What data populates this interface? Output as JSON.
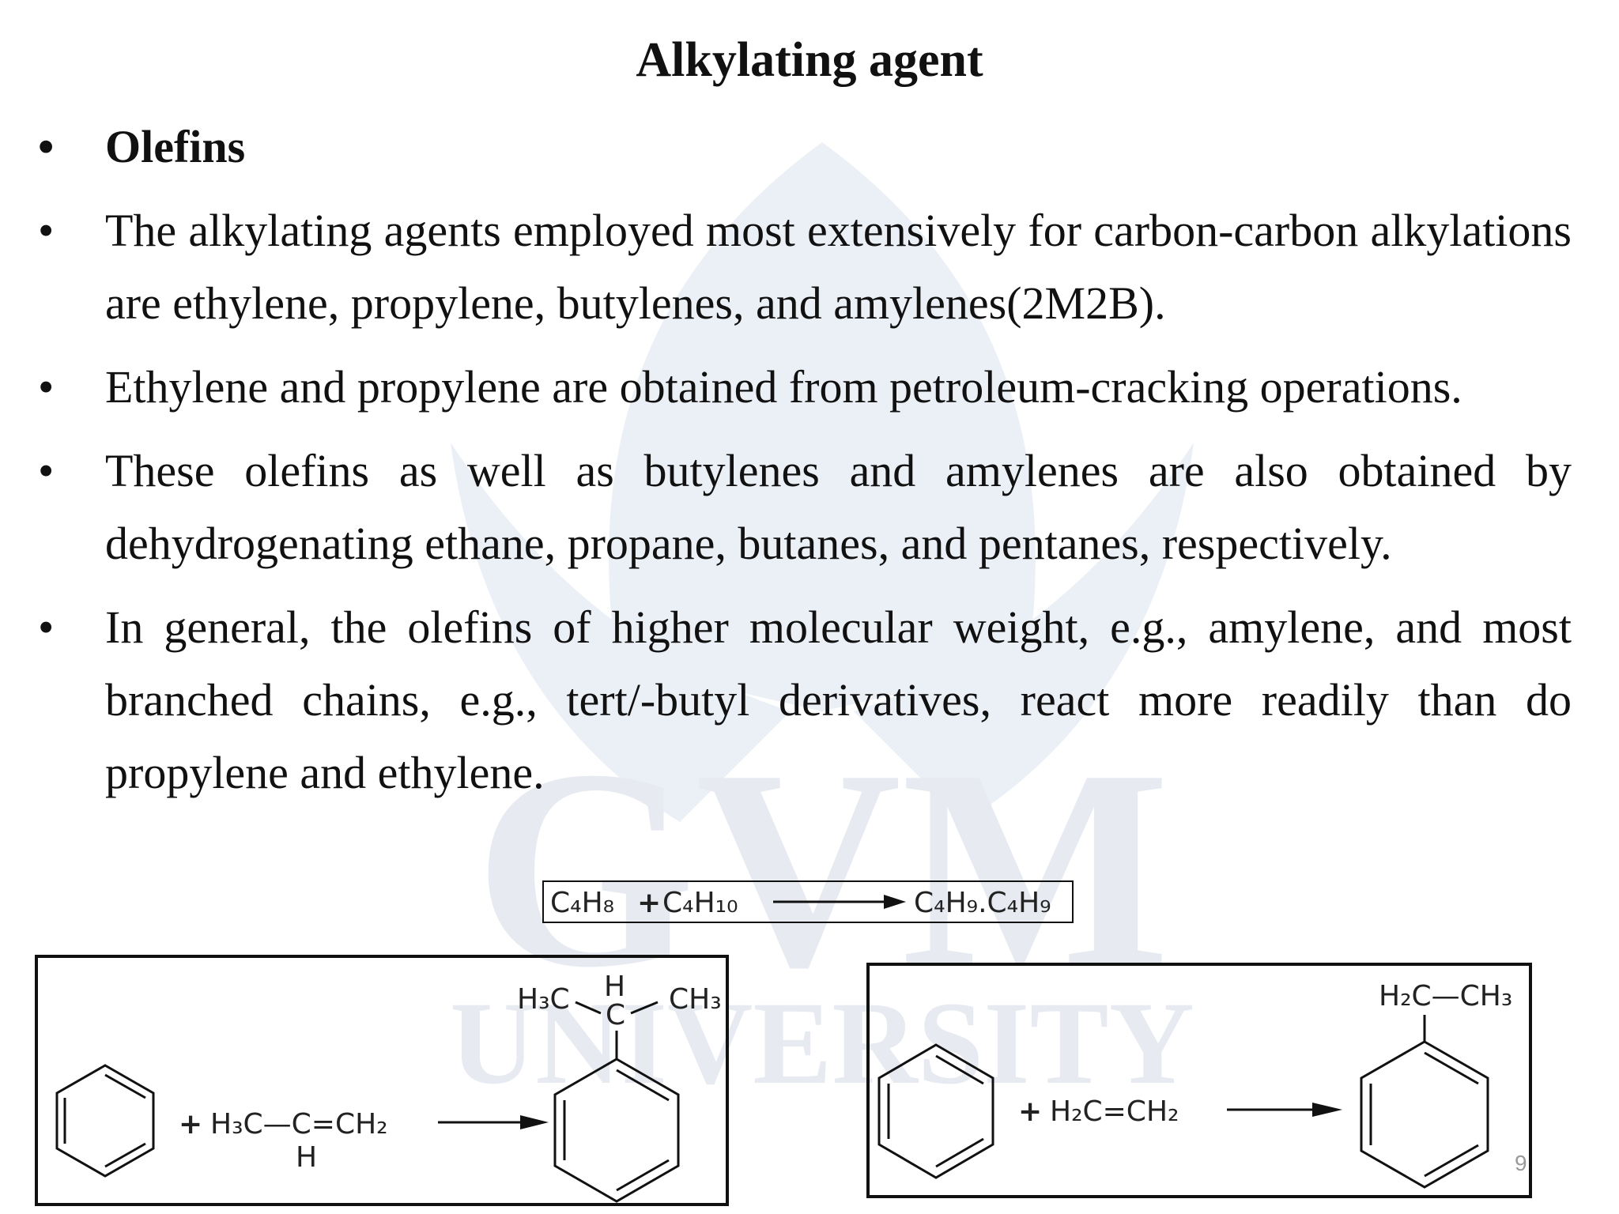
{
  "slide": {
    "title": "Alkylating agent",
    "bullets": [
      "Olefins",
      "The alkylating agents employed most extensively for carbon-carbon alkylations are ethylene, propylene, butylenes, and amylenes(2M2B).",
      "Ethylene and propylene are obtained from petroleum-cracking operations.",
      "These olefins as well as butylenes and amylenes are also obtained by dehydrogenating ethane, propane, butanes, and pentanes, respectively.",
      "In general, the olefins of higher molecular weight, e.g., amylene, and most branched chains, e.g., tert/-butyl derivatives, react more readily than do propylene and ethylene."
    ],
    "bullet_symbol": "•",
    "page_number": "9"
  },
  "watermark": {
    "text": "UNIVERSITY",
    "monogram": "GVM"
  },
  "equation": {
    "reactant1": "C₄H₈",
    "plus": "+",
    "reactant2": "C₄H₁₀",
    "product": "C₄H₉.C₄H₉"
  },
  "reaction_left": {
    "plus": "+",
    "reagent": "H₃C—C=CH₂",
    "reagent_h": "H",
    "product_substituent_left": "H₃C",
    "product_substituent_h": "H",
    "product_substituent_c": "C",
    "product_substituent_right": "CH₃"
  },
  "reaction_right": {
    "plus": "+",
    "reagent": "H₂C=CH₂",
    "product_substituent": "H₂C—CH₃"
  },
  "colors": {
    "text": "#111111",
    "watermark": "#6a8fbf"
  }
}
